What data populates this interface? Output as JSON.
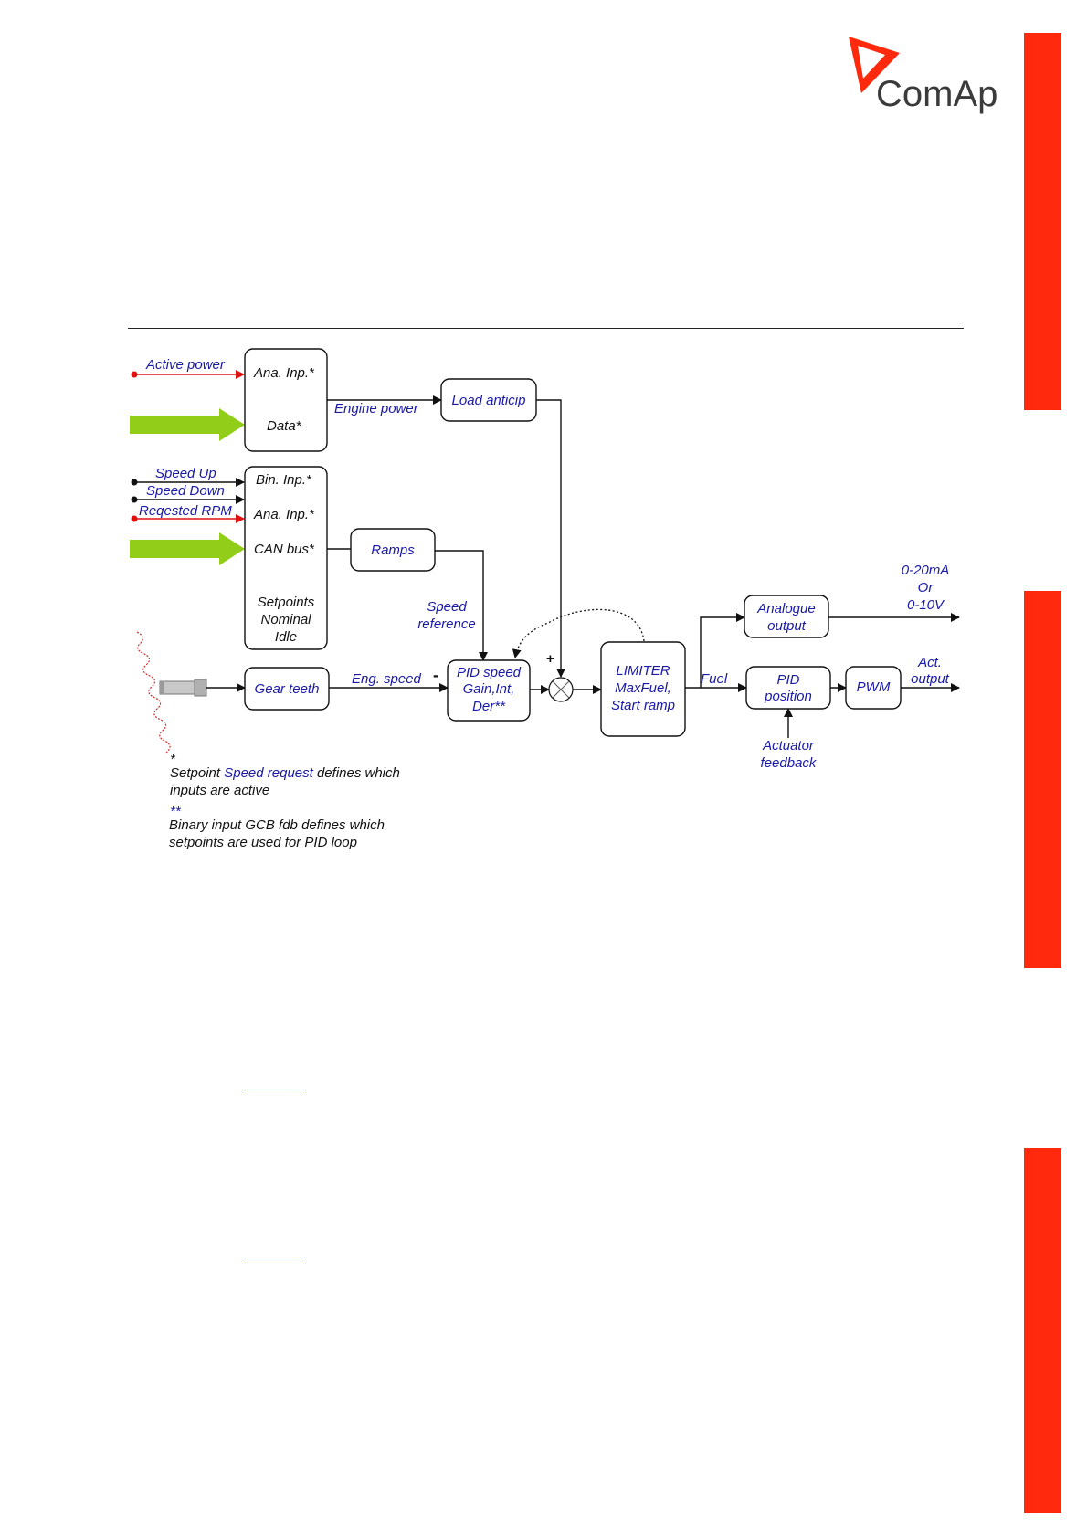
{
  "brand": {
    "name": "ComAp",
    "accent_color": "#ff2a0e",
    "logo_color": "#3b3b3b"
  },
  "diagram": {
    "inputs": {
      "active_power": "Active power",
      "speed_up": "Speed Up",
      "speed_down": "Speed Down",
      "requested_rpm": "Reqested RPM"
    },
    "blocks": {
      "input1": {
        "line1": "Ana. Inp.*",
        "line2": "Data*"
      },
      "input2": {
        "line1": "Bin. Inp.*",
        "line2": "Ana. Inp.*",
        "line3": "CAN bus*",
        "line4": "Setpoints",
        "line5": "Nominal",
        "line6": "Idle"
      },
      "load_anticip": "Load anticip",
      "ramps": "Ramps",
      "gear_teeth": "Gear teeth",
      "pid_speed": {
        "line1": "PID speed",
        "line2": "Gain,Int,",
        "line3": "Der**"
      },
      "limiter": {
        "line1": "LIMITER",
        "line2": "MaxFuel,",
        "line3": "Start ramp"
      },
      "analogue_output": {
        "line1": "Analogue",
        "line2": "output"
      },
      "pid_position": {
        "line1": "PID",
        "line2": "position"
      },
      "pwm": "PWM"
    },
    "labels": {
      "engine_power": "Engine power",
      "speed_reference": {
        "line1": "Speed",
        "line2": "reference"
      },
      "eng_speed": "Eng. speed",
      "minus": "-",
      "plus": "+",
      "fuel": "Fuel",
      "current_output": {
        "line1": "0-20mA",
        "line2": "Or",
        "line3": "0-10V"
      },
      "act_output": {
        "line1": "Act.",
        "line2": "output"
      },
      "actuator_feedback": {
        "line1": "Actuator",
        "line2": "feedback"
      }
    },
    "footnotes": {
      "star": "*",
      "note1_prefix": "Setpoint ",
      "note1_link": "Speed request",
      "note1_suffix": " defines which",
      "note1_line2": "inputs are active",
      "double_star": "**",
      "note2_line1": "Binary input GCB fdb defines which",
      "note2_line2": "setpoints are used for PID loop"
    }
  }
}
